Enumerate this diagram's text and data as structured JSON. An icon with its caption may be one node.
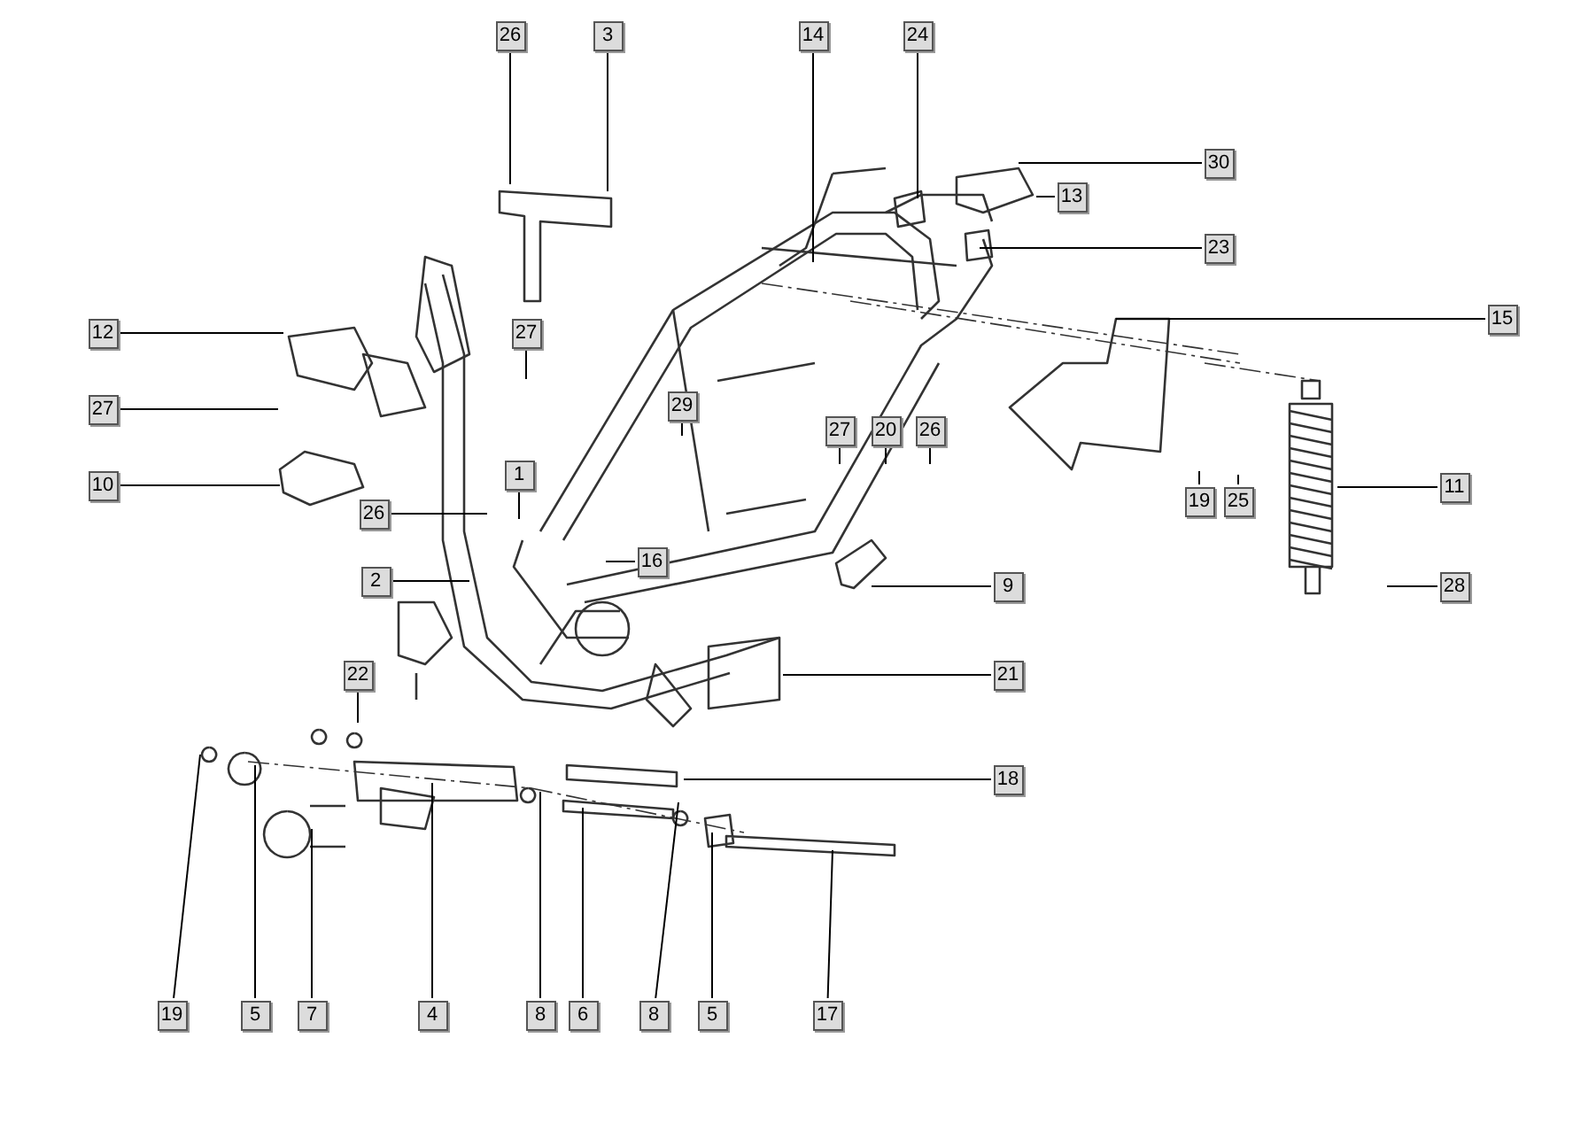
{
  "diagram": {
    "nodes": [
      {
        "text": [
          "26"
        ]
      },
      {
        "text": [
          "3"
        ]
      },
      {
        "text": [
          "14"
        ]
      },
      {
        "text": [
          "24"
        ]
      },
      {
        "text": [
          "30"
        ]
      },
      {
        "text": [
          "13"
        ]
      },
      {
        "text": [
          "23"
        ]
      },
      {
        "text": [
          "15"
        ]
      },
      {
        "text": [
          "12"
        ]
      },
      {
        "text": [
          "27"
        ]
      },
      {
        "text": [
          "29"
        ]
      },
      {
        "text": [
          "27"
        ]
      },
      {
        "text": [
          "27"
        ]
      },
      {
        "text": [
          "20"
        ]
      },
      {
        "text": [
          "26"
        ]
      },
      {
        "text": [
          "1"
        ]
      },
      {
        "text": [
          "10"
        ]
      },
      {
        "text": [
          "11"
        ]
      },
      {
        "text": [
          "19"
        ]
      },
      {
        "text": [
          "25"
        ]
      },
      {
        "text": [
          "26"
        ]
      },
      {
        "text": [
          "16"
        ]
      },
      {
        "text": [
          "2"
        ]
      },
      {
        "text": [
          "9"
        ]
      },
      {
        "text": [
          "28"
        ]
      },
      {
        "text": [
          "22"
        ]
      },
      {
        "text": [
          "21"
        ]
      },
      {
        "text": [
          "18"
        ]
      },
      {
        "text": [
          "19"
        ]
      },
      {
        "text": [
          "5"
        ]
      },
      {
        "text": [
          "7"
        ]
      },
      {
        "text": [
          "4"
        ]
      },
      {
        "text": [
          "8"
        ]
      },
      {
        "text": [
          "6"
        ]
      },
      {
        "text": [
          "8"
        ]
      },
      {
        "text": [
          "5"
        ]
      },
      {
        "text": [
          "17"
        ]
      }
    ],
    "edges": [
      {
        "from": 0,
        "to": null,
        "arrow": "none"
      },
      {
        "from": 1,
        "to": null,
        "arrow": "none"
      },
      {
        "from": 2,
        "to": null,
        "arrow": "none"
      },
      {
        "from": 3,
        "to": null,
        "arrow": "none"
      },
      {
        "from": 4,
        "to": null,
        "arrow": "none"
      },
      {
        "from": 5,
        "to": null,
        "arrow": "none"
      },
      {
        "from": 6,
        "to": null,
        "arrow": "none"
      },
      {
        "from": 7,
        "to": null,
        "arrow": "none"
      },
      {
        "from": 8,
        "to": null,
        "arrow": "none"
      },
      {
        "from": 9,
        "to": null,
        "arrow": "none"
      },
      {
        "from": 10,
        "to": null,
        "arrow": "none"
      },
      {
        "from": 11,
        "to": null,
        "arrow": "none"
      },
      {
        "from": 12,
        "to": null,
        "arrow": "none"
      },
      {
        "from": 13,
        "to": null,
        "arrow": "none"
      },
      {
        "from": 14,
        "to": null,
        "arrow": "none"
      },
      {
        "from": 15,
        "to": null,
        "arrow": "none"
      },
      {
        "from": 16,
        "to": null,
        "arrow": "none"
      },
      {
        "from": 17,
        "to": null,
        "arrow": "none"
      },
      {
        "from": 18,
        "to": null,
        "arrow": "none"
      },
      {
        "from": 19,
        "to": null,
        "arrow": "none"
      },
      {
        "from": 20,
        "to": null,
        "arrow": "none"
      },
      {
        "from": 21,
        "to": null,
        "arrow": "none"
      },
      {
        "from": 22,
        "to": null,
        "arrow": "none"
      },
      {
        "from": 23,
        "to": null,
        "arrow": "none"
      },
      {
        "from": 24,
        "to": null,
        "arrow": "none"
      },
      {
        "from": 25,
        "to": null,
        "arrow": "none"
      },
      {
        "from": 26,
        "to": null,
        "arrow": "none"
      },
      {
        "from": 27,
        "to": null,
        "arrow": "none"
      },
      {
        "from": 28,
        "to": null,
        "arrow": "none"
      },
      {
        "from": 29,
        "to": null,
        "arrow": "none"
      },
      {
        "from": 30,
        "to": null,
        "arrow": "none"
      },
      {
        "from": 31,
        "to": null,
        "arrow": "none"
      },
      {
        "from": 32,
        "to": null,
        "arrow": "none"
      },
      {
        "from": 33,
        "to": null,
        "arrow": "none"
      },
      {
        "from": 34,
        "to": null,
        "arrow": "none"
      },
      {
        "from": 35,
        "to": null,
        "arrow": "none"
      },
      {
        "from": 36,
        "to": null,
        "arrow": "none"
      }
    ]
  }
}
